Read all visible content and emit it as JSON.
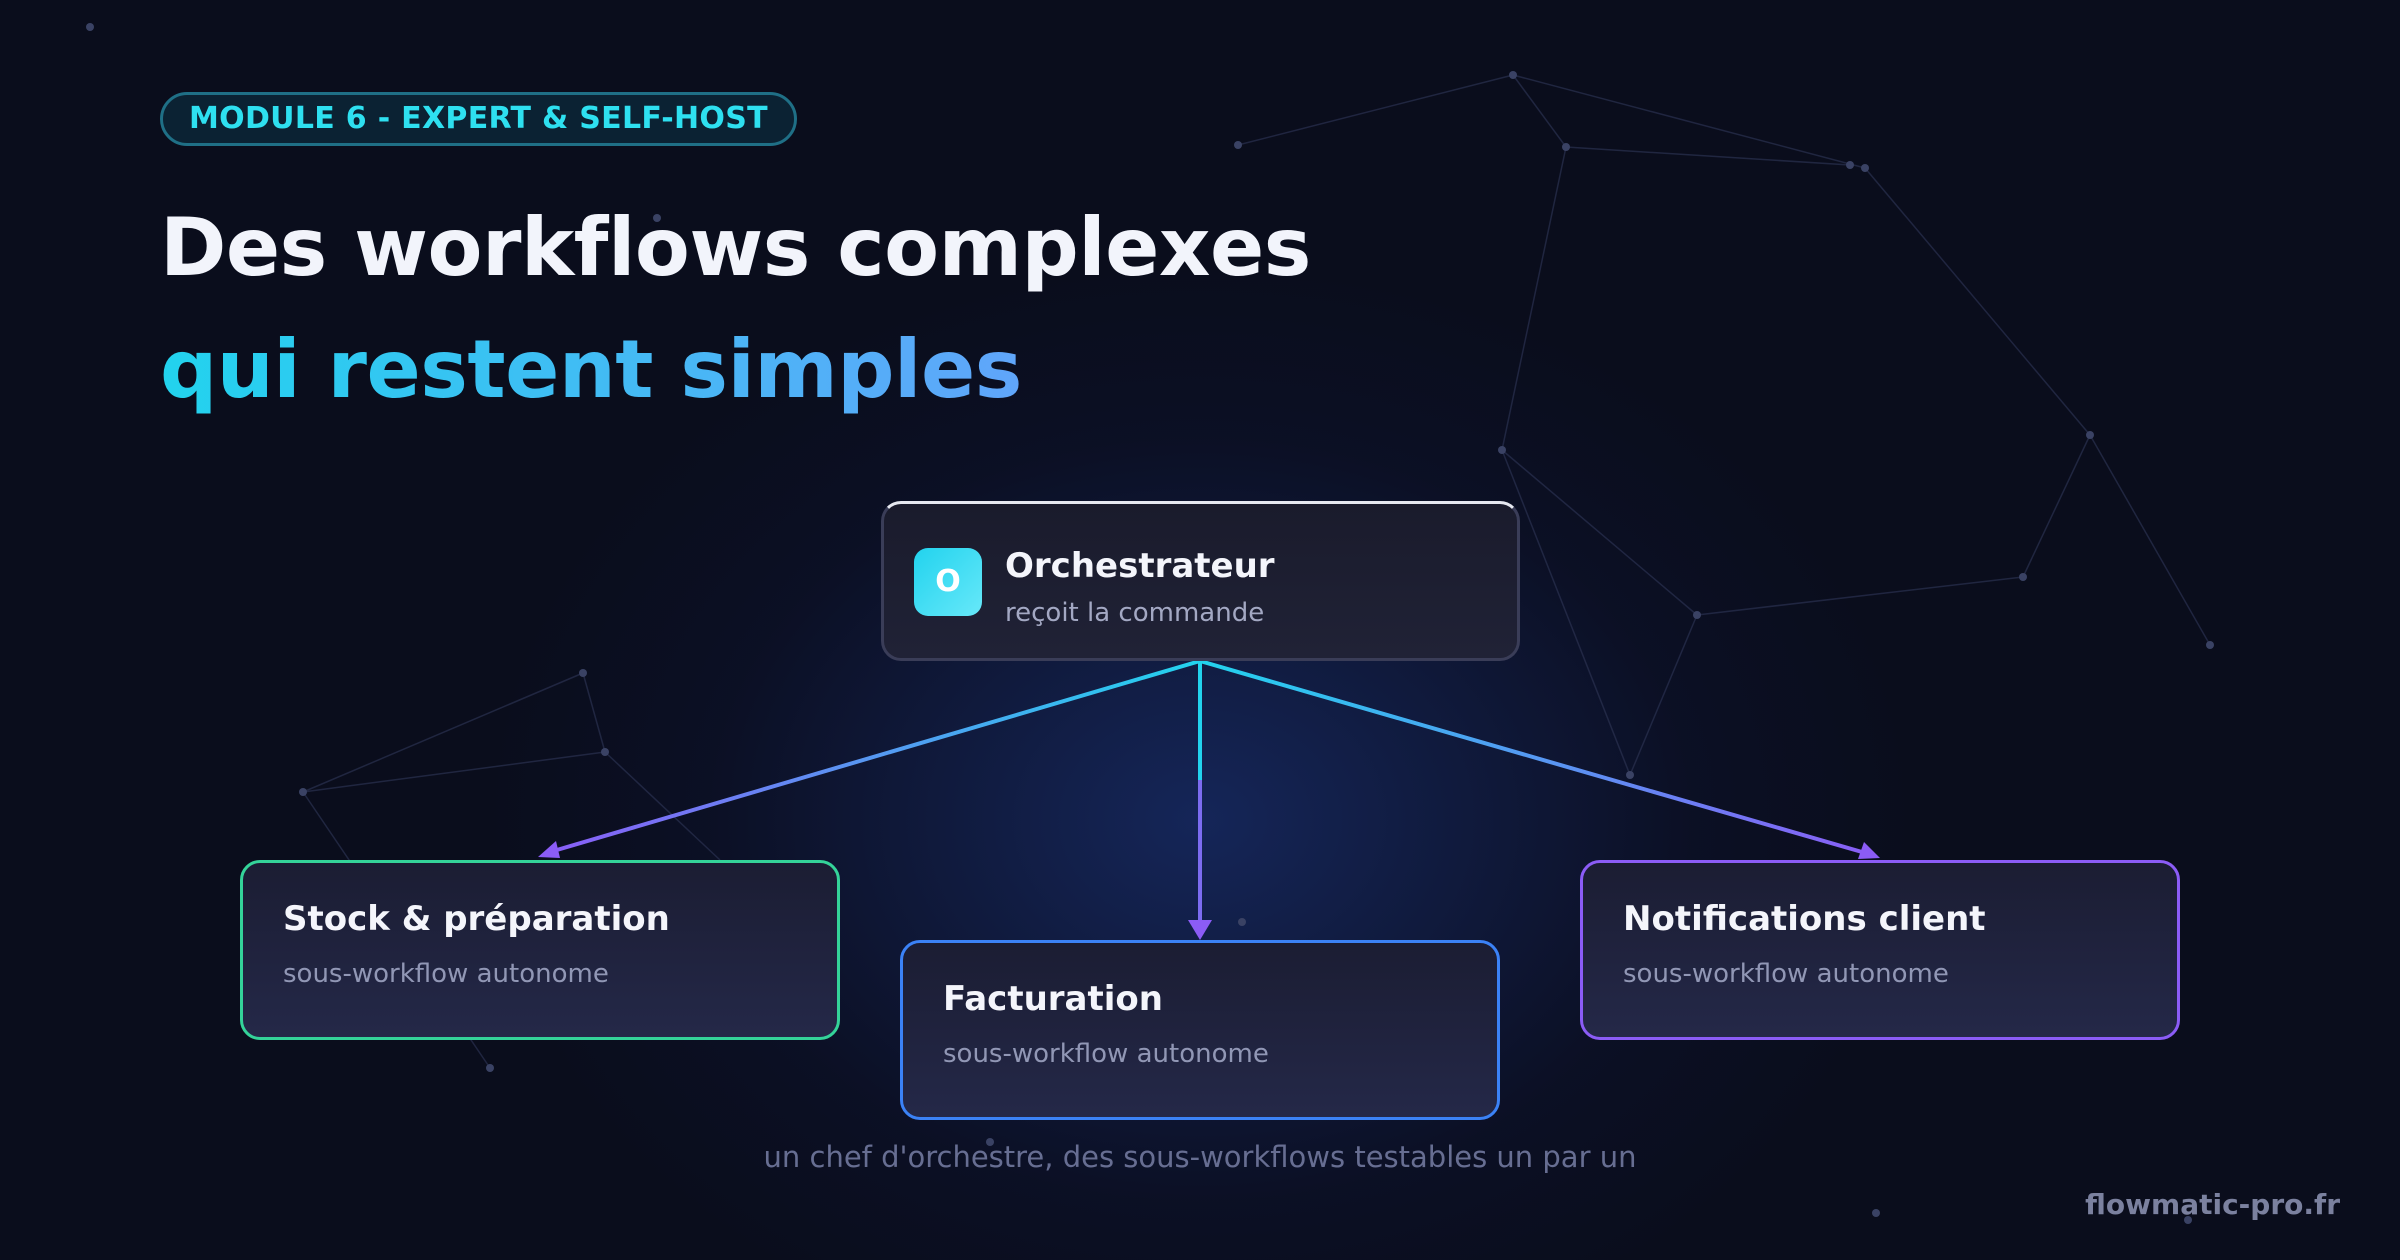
{
  "badge": "MODULE 6 - EXPERT & SELF-HOST",
  "title": {
    "line1": "Des workflows complexes",
    "line2": "qui restent simples"
  },
  "diagram": {
    "root": {
      "icon_letter": "O",
      "title": "Orchestrateur",
      "subtitle": "reçoit la commande"
    },
    "children": [
      {
        "title": "Stock & préparation",
        "subtitle": "sous-workflow autonome",
        "color": "#34d399"
      },
      {
        "title": "Facturation",
        "subtitle": "sous-workflow autonome",
        "color": "#3b82f6"
      },
      {
        "title": "Notifications client",
        "subtitle": "sous-workflow autonome",
        "color": "#8b5cf6"
      }
    ],
    "edge_colors": {
      "start": "#22d3ee",
      "end": "#8b5cf6"
    }
  },
  "caption": "un chef d'orchestre, des sous-workflows testables un par un",
  "footer": "flowmatic-pro.fr"
}
